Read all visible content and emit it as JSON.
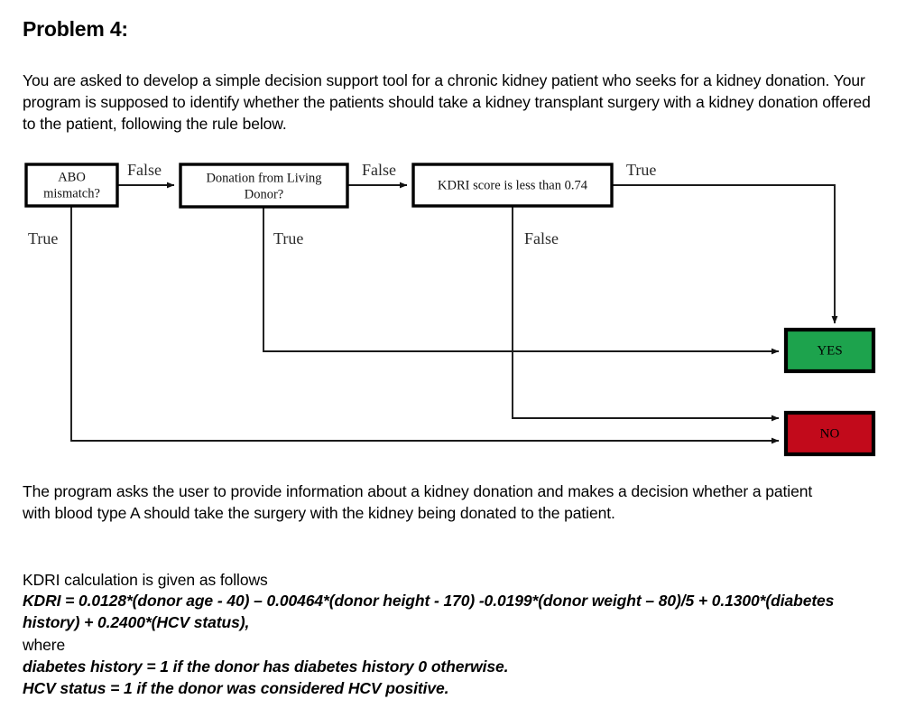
{
  "document": {
    "heading": "Problem 4:",
    "intro_paragraph": "You are asked to develop a simple decision support tool for a chronic kidney patient who seeks for a kidney donation. Your program is supposed to identify whether the patients should take a kidney transplant surgery with a kidney donation offered to the patient, following the rule below.",
    "middle_paragraph": "The program asks the user to provide information about a kidney donation and makes a decision whether a patient with blood type A should take the surgery with the kidney being donated to the patient.",
    "kdri_heading": "KDRI calculation is given as follows",
    "kdri_formula": "KDRI = 0.0128*(donor age - 40) – 0.00464*(donor height - 170) -0.0199*(donor weight – 80)/5 + 0.1300*(diabetes history) + 0.2400*(HCV status),",
    "where_label": "where",
    "definition_1": "diabetes history = 1 if the donor has diabetes history 0 otherwise.",
    "definition_2": "HCV status = 1 if the donor was considered HCV positive."
  },
  "flowchart": {
    "nodes": {
      "decision_abo": {
        "line1": "ABO",
        "line2": "mismatch?"
      },
      "decision_living_donor": {
        "line1": "Donation from Living",
        "line2": "Donor?"
      },
      "decision_kdri": {
        "line1": "KDRI score is less than 0.74",
        "line2": ""
      },
      "terminal_yes": {
        "label": "YES"
      },
      "terminal_no": {
        "label": "NO"
      }
    },
    "edge_labels": {
      "abo_false": "False",
      "abo_true": "True",
      "living_donor_false": "False",
      "living_donor_true": "True",
      "kdri_true": "True",
      "kdri_false": "False"
    },
    "colors": {
      "yes_fill": "#1da34d",
      "no_fill": "#c20a1b",
      "box_fill": "#ffffff",
      "stroke": "#000000"
    }
  }
}
